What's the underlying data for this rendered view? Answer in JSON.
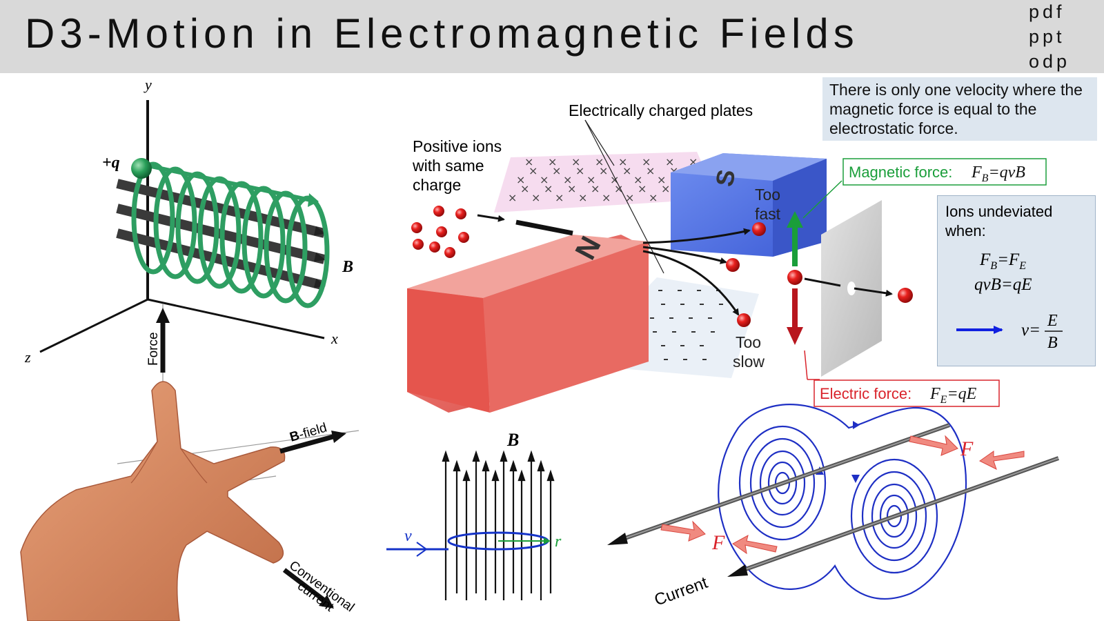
{
  "title": "D3-Motion in Electromagnetic Fields",
  "formats": [
    "pdf",
    "ppt",
    "odp"
  ],
  "note": "There is only one velocity where the magnetic force is equal to the electrostatic force.",
  "helix": {
    "axis_y": "y",
    "axis_x": "x",
    "axis_z": "z",
    "charge": "+q",
    "field": "B"
  },
  "hand_rule": {
    "force": "Force",
    "bfield_bold": "B",
    "bfield_rest": "-field",
    "current_line1": "Conventional",
    "current_line2": "current"
  },
  "selector": {
    "plates_label": "Electrically charged plates",
    "ions_line1": "Positive ions",
    "ions_line2": "with same",
    "ions_line3": "charge",
    "too_fast_1": "Too",
    "too_fast_2": "fast",
    "too_slow_1": "Too",
    "too_slow_2": "slow",
    "north": "N",
    "south": "S",
    "magnetic_force_label": "Magnetic force:",
    "magnetic_force_eq_F": "F",
    "magnetic_force_eq_sub": "B",
    "magnetic_force_eq_rhs": "=qvB",
    "electric_force_label": "Electric force:",
    "electric_force_eq_F": "F",
    "electric_force_eq_sub": "E",
    "electric_force_eq_rhs": "=qE"
  },
  "undeviated": {
    "line1": "Ions undeviated",
    "line2": "when:",
    "eq1_F": "F",
    "eq1_sub1": "B",
    "eq1_mid": "=F",
    "eq1_sub2": "E",
    "eq2": "qvB=qE",
    "eq3_lhs": "v=",
    "eq3_num": "E",
    "eq3_den": "B"
  },
  "circular": {
    "field": "B",
    "velocity": "v",
    "radius": "r"
  },
  "wires": {
    "force_1": "F",
    "force_2": "F",
    "current": "Current"
  },
  "colors": {
    "header_bg": "#d9d9d9",
    "box_bg": "#dde6ef",
    "magnetic_green": "#1a9e3a",
    "electric_red": "#d9232b",
    "north_red": "#e8635e",
    "south_blue": "#4a6fe0",
    "field_line_blue": "#2233cc",
    "helix_green": "#2e9e62"
  }
}
